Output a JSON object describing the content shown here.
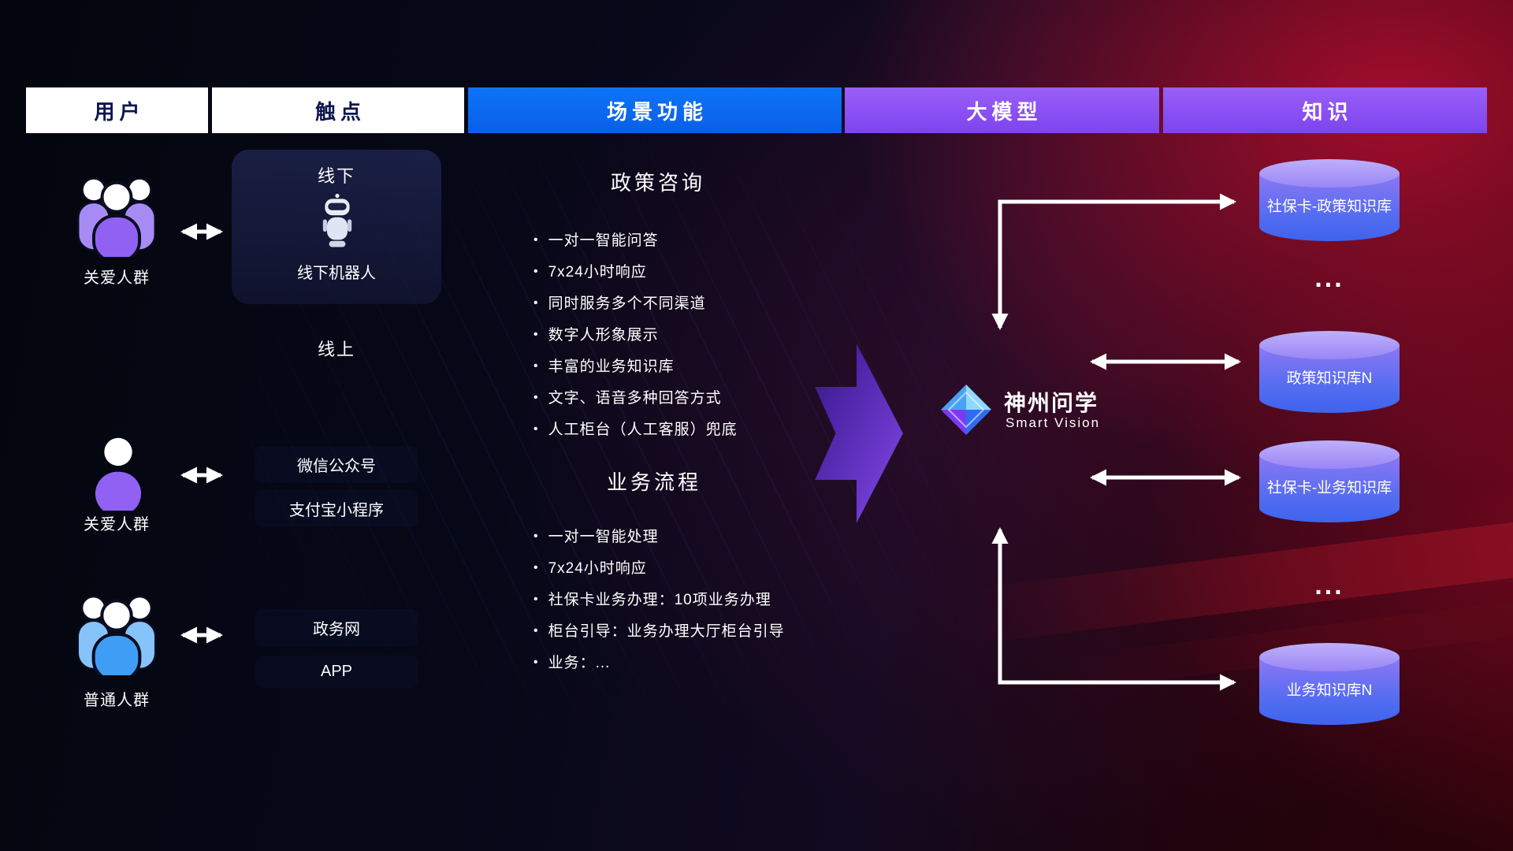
{
  "header": {
    "columns": [
      {
        "label": "用户"
      },
      {
        "label": "触点"
      },
      {
        "label": "场景功能"
      },
      {
        "label": "大模型"
      },
      {
        "label": "知识"
      }
    ]
  },
  "users": [
    {
      "label": "关爱人群",
      "icon": "group-users-purple-icon"
    },
    {
      "label": "关爱人群",
      "icon": "single-user-purple-icon"
    },
    {
      "label": "普通人群",
      "icon": "group-users-blue-icon"
    }
  ],
  "touchpoints": {
    "offline_title": "线下",
    "robot_label": "线下机器人",
    "online_title": "线上",
    "channels": [
      "微信公众号",
      "支付宝小程序",
      "政务网",
      "APP"
    ]
  },
  "scenarios": [
    {
      "title": "政策咨询",
      "items": [
        "一对一智能问答",
        "7x24小时响应",
        "同时服务多个不同渠道",
        "数字人形象展示",
        "丰富的业务知识库",
        "文字、语音多种回答方式",
        "人工柜台（人工客服）兜底"
      ]
    },
    {
      "title": "业务流程",
      "items": [
        "一对一智能处理",
        "7x24小时响应",
        "社保卡业务办理：10项业务办理",
        "柜台引导：业务办理大厅柜台引导",
        "业务：..."
      ]
    }
  ],
  "model": {
    "name": "神州问学",
    "subtitle": "Smart Vision"
  },
  "knowledge": {
    "cylinders": [
      "社保卡-政策知识库",
      "政策知识库N",
      "社保卡-业务知识库",
      "业务知识库N"
    ],
    "ellipsis": "..."
  },
  "colors": {
    "header_blue": "#0a6df0",
    "header_purple": "#8e52f0",
    "header_text_dark": "#0d1550",
    "user_purple": "#9161f3",
    "user_blue": "#3f9df6",
    "cylinder_top": "#beb0fb",
    "cylinder_bottom": "#3f63ec",
    "flow_arrow_purple": "#6a2fe0",
    "background_red": "#a00d2e"
  }
}
